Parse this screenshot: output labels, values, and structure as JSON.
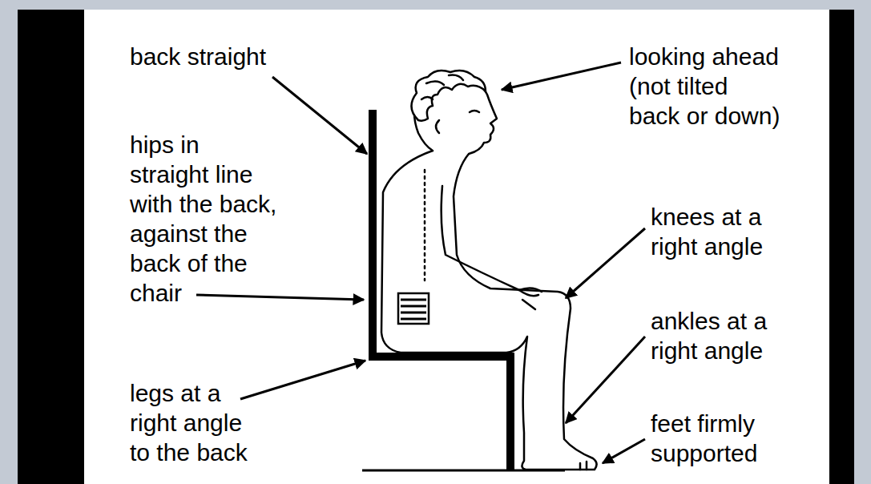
{
  "diagram": {
    "labels": [
      "back straight",
      "looking ahead (not tilted back or down)",
      "hips in straight line with the back, against the back of the chair",
      "knees at a right angle",
      "ankles at a right angle",
      "legs at a right angle to the back",
      "feet firmly supported"
    ]
  }
}
